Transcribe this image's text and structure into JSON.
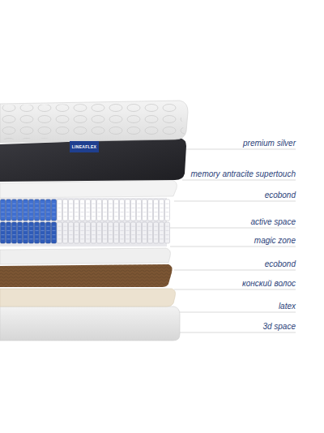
{
  "diagram": {
    "labels": [
      "LINEAFLEX",
      "premium silver",
      "memory antracite supertouch",
      "ecobond",
      "active space",
      "magic zone",
      "ecobond",
      "конский волос",
      "latex",
      "3d space"
    ]
  }
}
